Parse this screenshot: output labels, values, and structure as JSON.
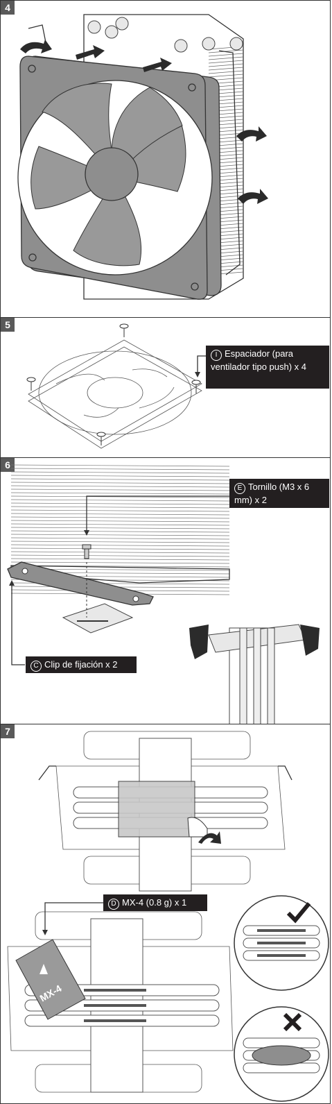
{
  "steps": [
    {
      "number": "4"
    },
    {
      "number": "5",
      "label": {
        "letter": "I",
        "text": "Espaciador (para ventilador tipo push) x 4"
      }
    },
    {
      "number": "6",
      "labels": [
        {
          "letter": "E",
          "text": "Tornillo (M3 x 6 mm) x 2"
        },
        {
          "letter": "C",
          "text": "Clip de fijación x 2"
        }
      ]
    },
    {
      "number": "7",
      "label": {
        "letter": "D",
        "text": "MX-4 (0.8 g) x 1"
      },
      "paste_brand": "MX-4",
      "check": "correct",
      "cross": "incorrect"
    }
  ],
  "colors": {
    "label_bg": "#231f20",
    "step_bg": "#5a5a5a",
    "fan_gray": "#8e8e8e"
  }
}
